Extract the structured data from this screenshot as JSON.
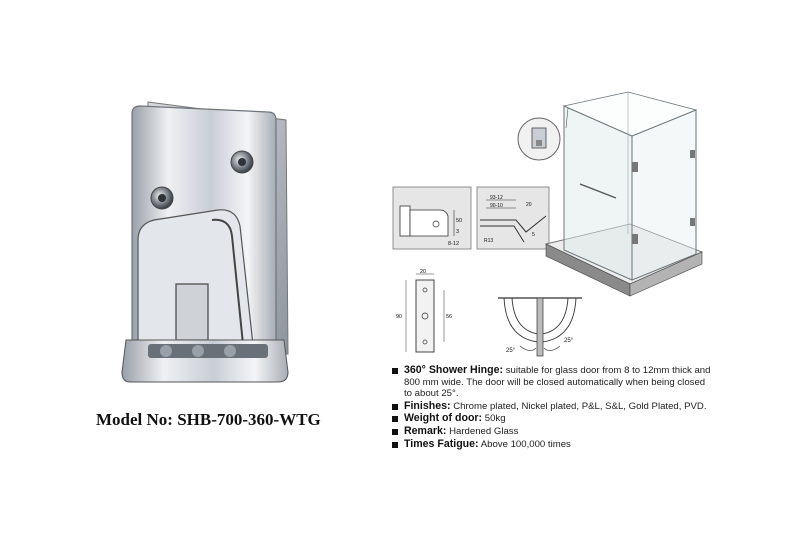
{
  "product": {
    "model_label": "Model No: SHB-700-360-WTG"
  },
  "specs": [
    {
      "label": "360° Shower Hinge:",
      "text": "suitable for glass door from 8 to 12mm thick and  800 mm wide. The door will be closed automatically when being closed to about 25°."
    },
    {
      "label": "Finishes:",
      "text": "Chrome plated, Nickel plated, P&L, S&L, Gold Plated, PVD."
    },
    {
      "label": "Weight of door:",
      "text": "50kg"
    },
    {
      "label": "Remark:",
      "text": "Hardened Glass"
    },
    {
      "label": "Times Fatigue:",
      "text": "Above 100,000 times"
    }
  ],
  "drawing_labels": {
    "d1_a": "50",
    "d1_b": "3",
    "d1_c": "8-12",
    "d2_a": "93-12",
    "d2_b": "90-10",
    "d2_c": "20",
    "d2_d": "R13",
    "d2_e": "5",
    "d3_top": "20",
    "d3_left": "90",
    "d3_right": "56",
    "d4_left": "25°",
    "d4_right": "25°"
  }
}
